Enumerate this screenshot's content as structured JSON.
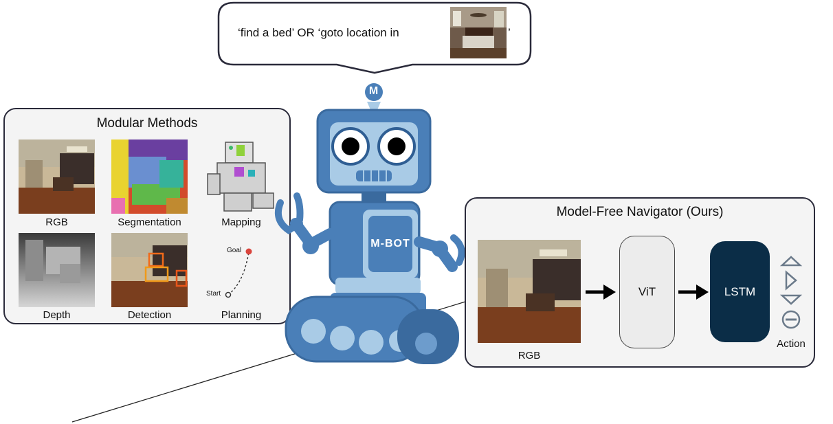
{
  "speech_bubble": {
    "text_before": "‘find a bed’  OR  ‘goto location in",
    "text_after": "’"
  },
  "modular_panel": {
    "title": "Modular Methods",
    "items": [
      {
        "label": "RGB"
      },
      {
        "label": "Segmentation"
      },
      {
        "label": "Mapping"
      },
      {
        "label": "Depth"
      },
      {
        "label": "Detection"
      },
      {
        "label": "Planning"
      }
    ],
    "planning_goal": "Goal",
    "planning_start": "Start"
  },
  "robot": {
    "chest_label": "M-BOT",
    "antenna_label": "M"
  },
  "navigator_panel": {
    "title": "Model-Free Navigator (Ours)",
    "rgb_label": "RGB",
    "vit_label": "ViT",
    "lstm_label": "LSTM",
    "action_label": "Action"
  },
  "colors": {
    "robot_blue": "#4a7fb8",
    "robot_light": "#a9cbe6",
    "lstm_bg": "#0b2d47"
  }
}
